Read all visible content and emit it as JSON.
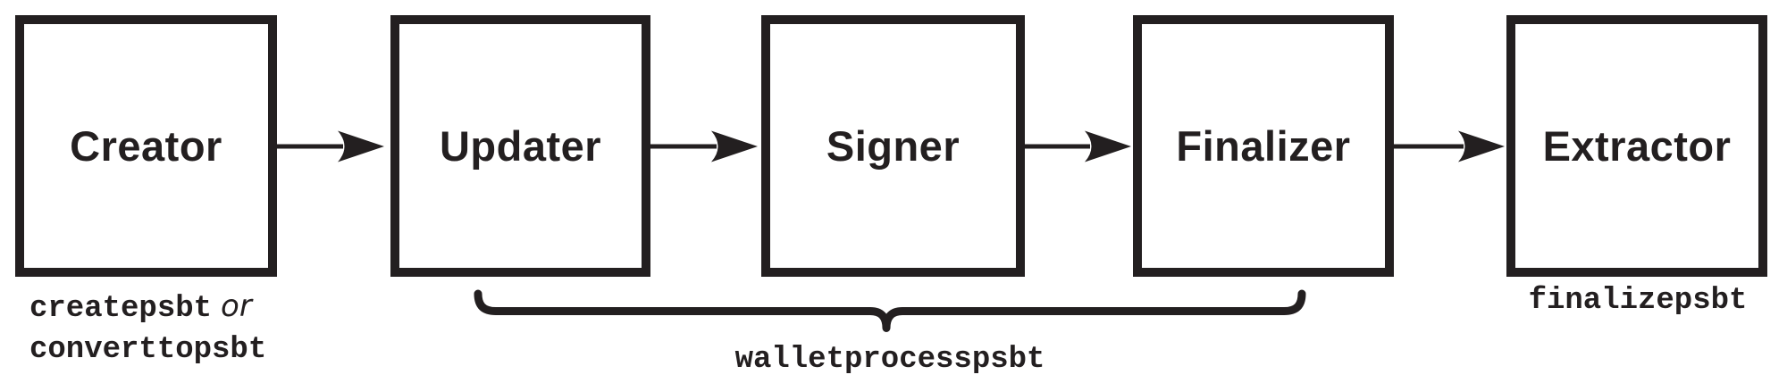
{
  "colors": {
    "ink": "#231f20",
    "background": "#ffffff"
  },
  "diagram": {
    "type": "flowchart",
    "flow_direction": "left-to-right"
  },
  "stages": [
    {
      "id": "creator",
      "label": "Creator"
    },
    {
      "id": "updater",
      "label": "Updater"
    },
    {
      "id": "signer",
      "label": "Signer"
    },
    {
      "id": "finalizer",
      "label": "Finalizer"
    },
    {
      "id": "extractor",
      "label": "Extractor"
    }
  ],
  "connections": [
    {
      "from": "Creator",
      "to": "Updater"
    },
    {
      "from": "Updater",
      "to": "Signer"
    },
    {
      "from": "Signer",
      "to": "Finalizer"
    },
    {
      "from": "Finalizer",
      "to": "Extractor"
    }
  ],
  "captions": {
    "creator": {
      "command_1": "createpsbt",
      "conjunction": "or",
      "command_2": "converttopsbt"
    },
    "wallet_process": {
      "command": "walletprocesspsbt",
      "spans_stages": "Updater, Signer, Finalizer"
    },
    "extractor": {
      "command": "finalizepsbt"
    }
  }
}
